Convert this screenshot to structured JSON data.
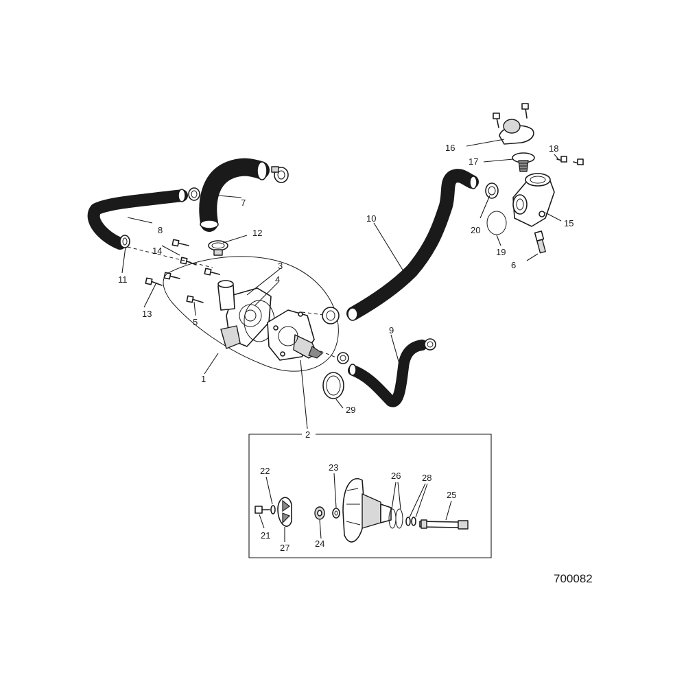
{
  "drawing_number": "700082",
  "callouts": {
    "c1": "1",
    "c2": "2",
    "c3": "3",
    "c4": "4",
    "c5": "5",
    "c6": "6",
    "c7": "7",
    "c8": "8",
    "c9": "9",
    "c10": "10",
    "c11": "11",
    "c12": "12",
    "c13": "13",
    "c14": "14",
    "c15": "15",
    "c16": "16",
    "c17": "17",
    "c18": "18",
    "c19": "19",
    "c20": "20",
    "c21": "21",
    "c22": "22",
    "c23": "23",
    "c24": "24",
    "c25": "25",
    "c26": "26",
    "c27": "27",
    "c28": "28",
    "c29": "29"
  },
  "colors": {
    "line": "#1a1a1a",
    "part_fill": "#ffffff",
    "shade": "#d8d8d8"
  }
}
